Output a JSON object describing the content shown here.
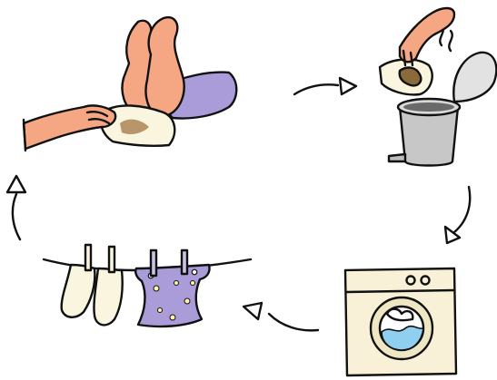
{
  "diagram": {
    "type": "cycle",
    "steps": [
      {
        "id": "change",
        "icon": "diaper-change-icon"
      },
      {
        "id": "dispose",
        "icon": "trash-bin-icon"
      },
      {
        "id": "wash",
        "icon": "washing-machine-icon"
      },
      {
        "id": "dry",
        "icon": "clothesline-icon"
      }
    ],
    "arrow_direction": "clockwise",
    "colors": {
      "skin": "#f5a784",
      "diaper_purple": "#a99cd9",
      "waste_brown": "#8a6a3a",
      "bin_gray": "#c7c7c7",
      "machine_cream": "#f8f1d8",
      "drum_water": "#8fd0f0",
      "sock_cream": "#faf5df"
    }
  }
}
